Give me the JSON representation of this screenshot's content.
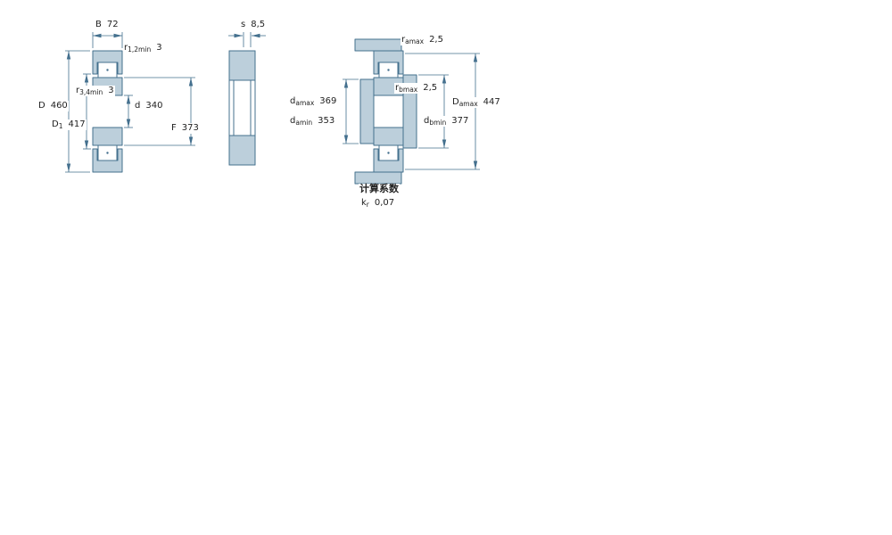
{
  "colors": {
    "line": "#44708e",
    "fill": "#bccfdb",
    "text": "#222222"
  },
  "dimensions": {
    "B": {
      "main": "B",
      "sub": "",
      "value": "72"
    },
    "r12min": {
      "main": "r",
      "sub": "1,2min",
      "value": "3"
    },
    "r34min": {
      "main": "r",
      "sub": "3,4min",
      "value": "3"
    },
    "D": {
      "main": "D",
      "sub": "",
      "value": "460"
    },
    "D1": {
      "main": "D",
      "sub": "1",
      "value": "417"
    },
    "d": {
      "main": "d",
      "sub": "",
      "value": "340"
    },
    "F": {
      "main": "F",
      "sub": "",
      "value": "373"
    },
    "s": {
      "main": "s",
      "sub": "",
      "value": "8,5"
    },
    "ramax": {
      "main": "r",
      "sub": "amax",
      "value": "2,5"
    },
    "rbmax": {
      "main": "r",
      "sub": "bmax",
      "value": "2,5"
    },
    "damax": {
      "main": "d",
      "sub": "amax",
      "value": "369"
    },
    "damin": {
      "main": "d",
      "sub": "amin",
      "value": "353"
    },
    "Damax": {
      "main": "D",
      "sub": "amax",
      "value": "447"
    },
    "dbmin": {
      "main": "d",
      "sub": "bmin",
      "value": "377"
    }
  },
  "calculation_factors": {
    "title": "计算系数",
    "kr": {
      "main": "k",
      "sub": "r",
      "value": "0,07"
    }
  }
}
